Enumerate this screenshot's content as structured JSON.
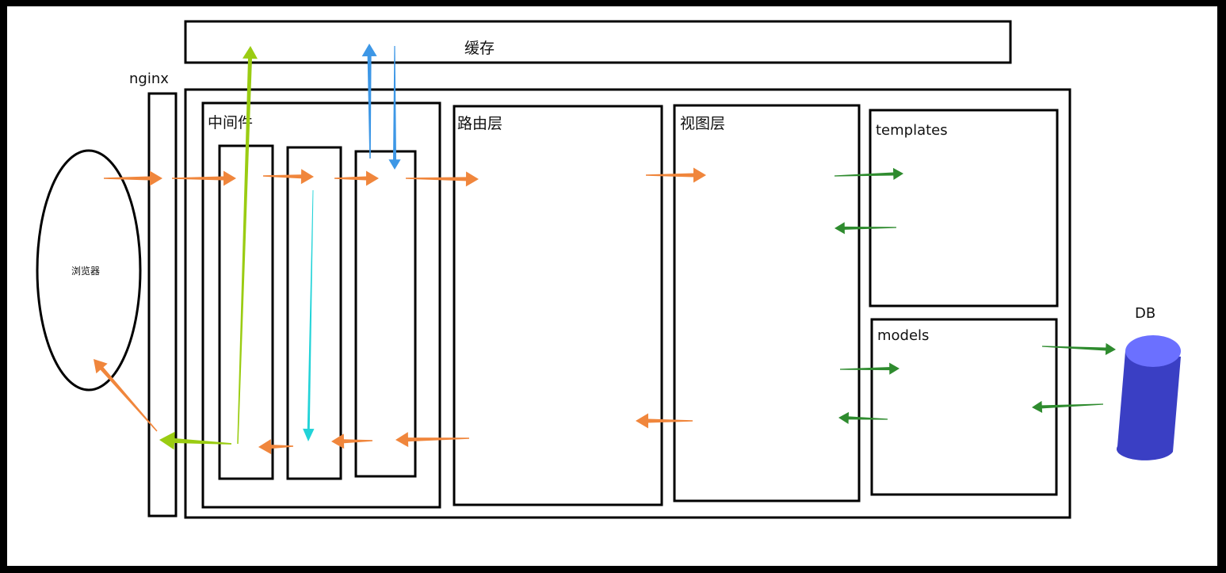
{
  "labels": {
    "cache": "缓存",
    "nginx": "nginx",
    "browser": "浏览器",
    "middleware": "中间件",
    "routing": "路由层",
    "view": "视图层",
    "templates": "templates",
    "models": "models",
    "db": "DB"
  },
  "colors": {
    "request_flow": "#f0863c",
    "template_model_flow": "#2e8b2e",
    "cache_read": "#3d97e6",
    "cache_write_up": "#9acc12",
    "cache_down": "#22d3d8",
    "db_top": "#6b70ff",
    "db_body": "#3a3fc4"
  },
  "icons": {
    "browser": "ellipse-shape",
    "db": "cylinder-database-icon"
  }
}
